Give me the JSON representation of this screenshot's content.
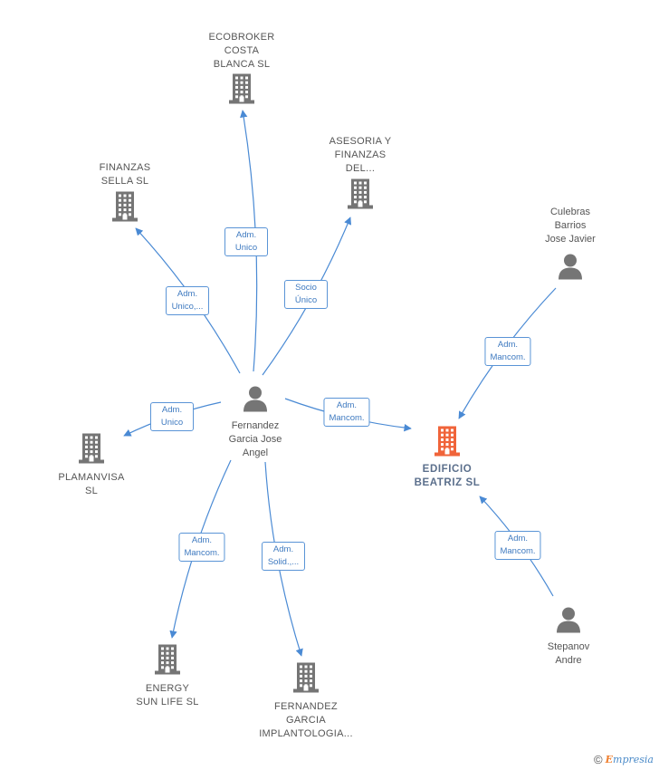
{
  "nodes": [
    {
      "id": "ecobroker",
      "type": "company",
      "label": "ECOBROKER\nCOSTA\nBLANCA  SL"
    },
    {
      "id": "asesoria",
      "type": "company",
      "label": "ASESORIA Y\nFINANZAS\nDEL..."
    },
    {
      "id": "finanzas_sella",
      "type": "company",
      "label": "FINANZAS\nSELLA  SL"
    },
    {
      "id": "culebras",
      "type": "person",
      "label": "Culebras\nBarrios\nJose Javier"
    },
    {
      "id": "fernandez",
      "type": "person",
      "label": "Fernandez\nGarcia Jose\nAngel"
    },
    {
      "id": "plamanvisa",
      "type": "company",
      "label": "PLAMANVISA\nSL"
    },
    {
      "id": "edificio",
      "type": "focus",
      "label": "EDIFICIO\nBEATRIZ  SL"
    },
    {
      "id": "energy",
      "type": "company",
      "label": "ENERGY\nSUN LIFE SL"
    },
    {
      "id": "fernandez_garcia_impl",
      "type": "company",
      "label": "FERNANDEZ\nGARCIA\nIMPLANTOLOGIA..."
    },
    {
      "id": "stepanov",
      "type": "person",
      "label": "Stepanov\nAndre"
    }
  ],
  "edges": [
    {
      "from": "fernandez",
      "to": "ecobroker",
      "label": "Adm.\nUnico"
    },
    {
      "from": "fernandez",
      "to": "finanzas_sella",
      "label": "Adm.\nUnico,..."
    },
    {
      "from": "fernandez",
      "to": "asesoria",
      "label": "Socio\nÚnico"
    },
    {
      "from": "fernandez",
      "to": "plamanvisa",
      "label": "Adm.\nUnico"
    },
    {
      "from": "fernandez",
      "to": "edificio",
      "label": "Adm.\nMancom."
    },
    {
      "from": "fernandez",
      "to": "energy",
      "label": "Adm.\nMancom."
    },
    {
      "from": "fernandez",
      "to": "fernandez_garcia_impl",
      "label": "Adm.\nSolid.,..."
    },
    {
      "from": "culebras",
      "to": "edificio",
      "label": "Adm.\nMancom."
    },
    {
      "from": "stepanov",
      "to": "edificio",
      "label": "Adm.\nMancom."
    }
  ],
  "colors": {
    "edge": "#4a8ad4",
    "company_icon": "#757575",
    "focus_icon": "#f0643a",
    "person_icon": "#757575"
  },
  "footer": {
    "copyright_symbol": "©",
    "brand_initial": "E",
    "brand_rest": "mpresia"
  }
}
